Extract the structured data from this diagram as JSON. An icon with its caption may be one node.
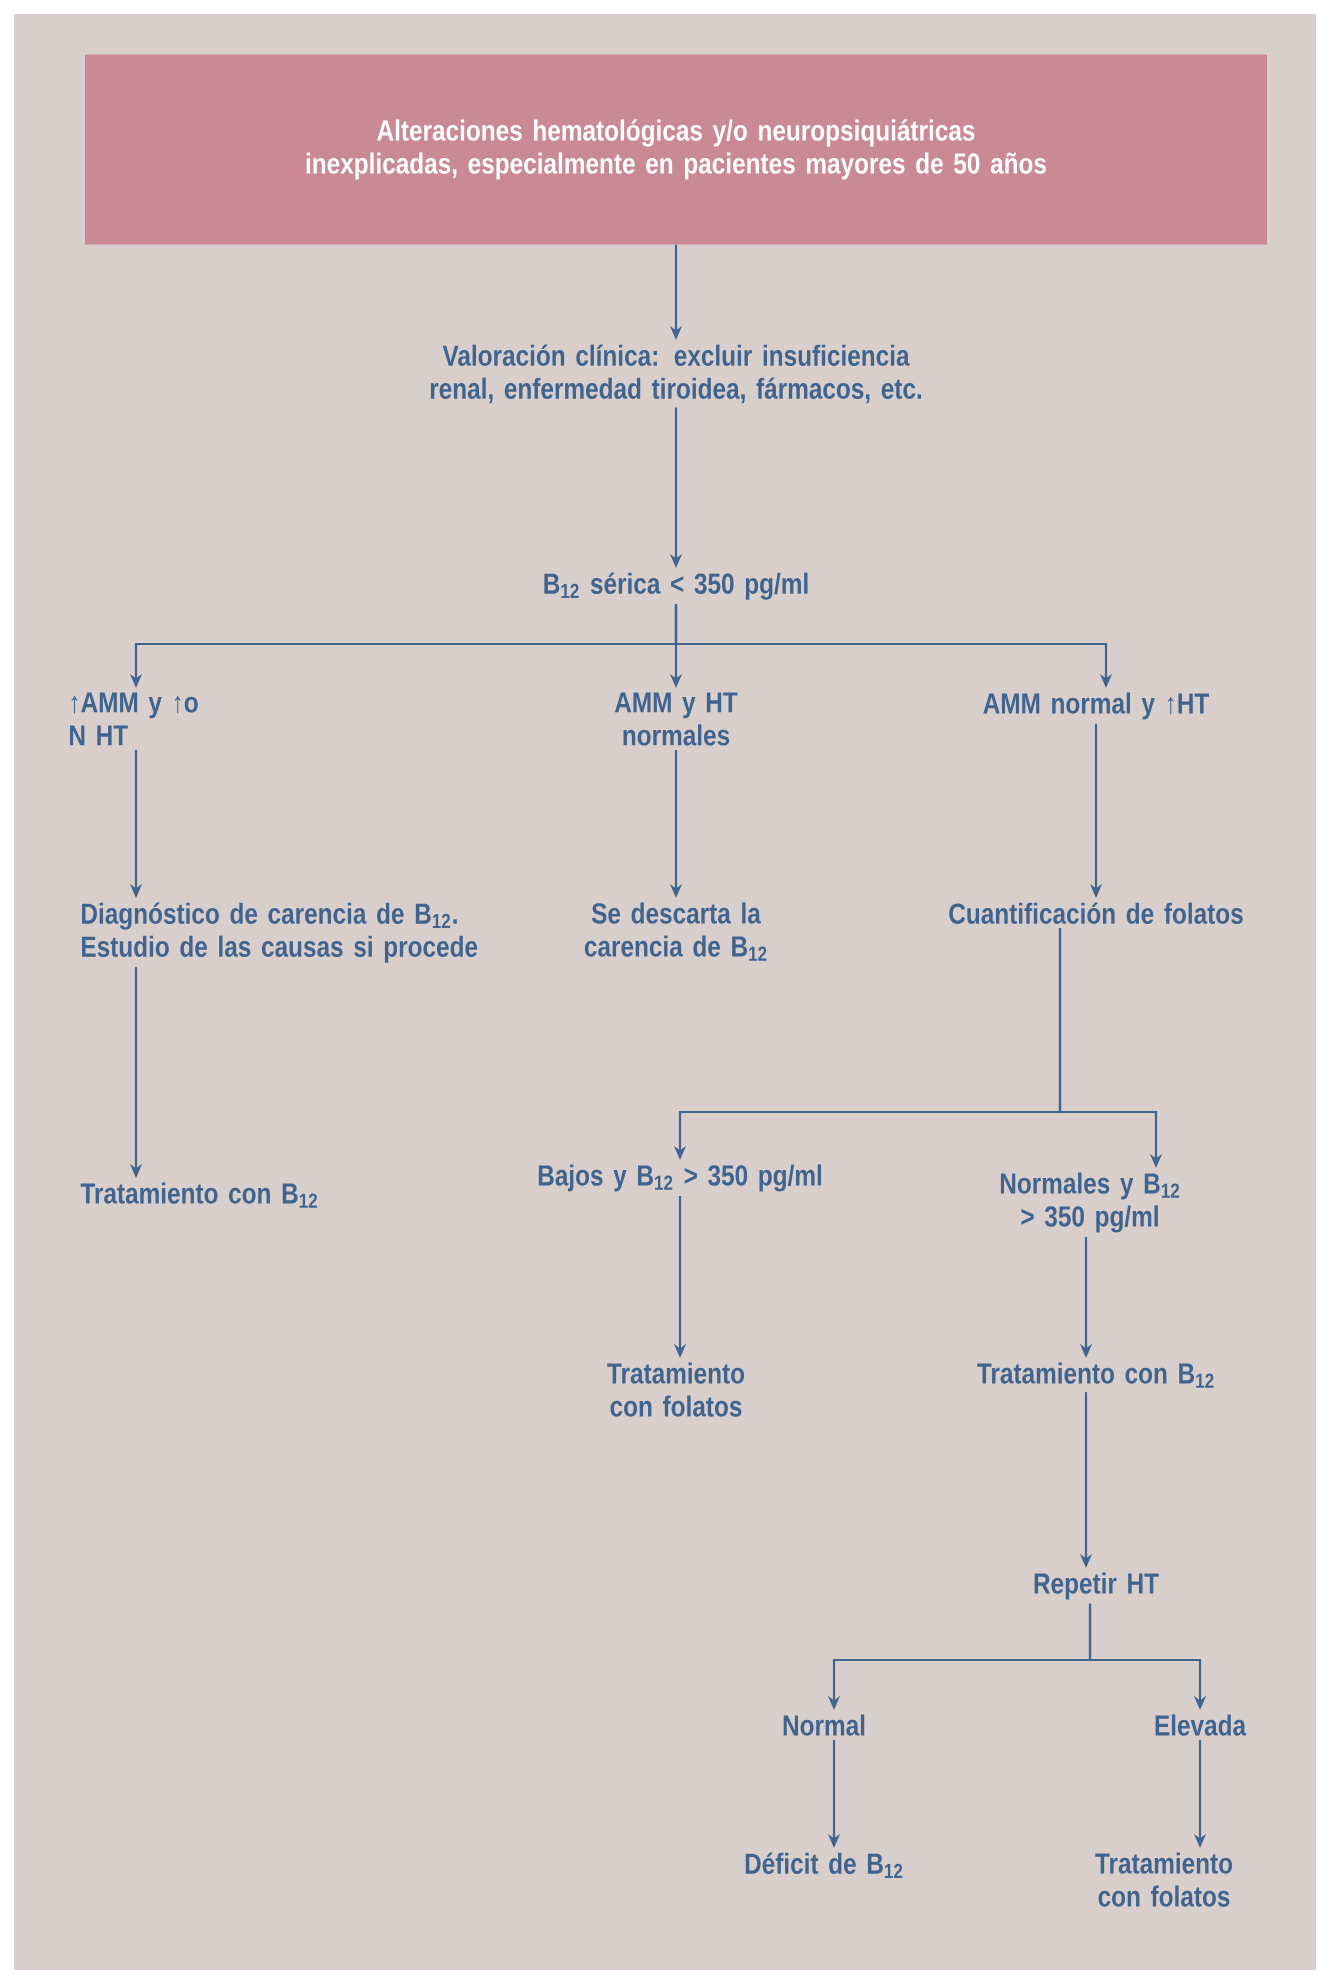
{
  "diagram": {
    "nodes": [
      {
        "text": [
          "Alteraciones hematológicas y/o neuropsiquiátricas inexplicadas, especialmente en pacientes mayores de 50 años"
        ]
      },
      {
        "text": [
          "Valoración clínica: excluir insuficiencia renal, enfermedad tiroidea, fármacos, etc."
        ]
      },
      {
        "text": [
          "B$_{12}$ sérica < 350 pg/ml"
        ]
      },
      {
        "text": [
          "↑AMM y ↑o N HT"
        ]
      },
      {
        "text": [
          "AMM y HT normales"
        ]
      },
      {
        "text": [
          "AMM normal y ↑HT"
        ]
      },
      {
        "text": [
          "Diagnóstico de carencia de B$_{12}$. Estudio de las causas si procede"
        ]
      },
      {
        "text": [
          "Se descarta la carencia de B$_{12}$"
        ]
      },
      {
        "text": [
          "Cuantificación de folatos"
        ]
      },
      {
        "text": [
          "Tratamiento con B$_{12}$"
        ]
      },
      {
        "text": [
          "Bajos y B$_{12}$ > 350 pg/ml"
        ]
      },
      {
        "text": [
          "Normales y B$_{12}$ > 350 pg/ml"
        ]
      },
      {
        "text": [
          "Tratamiento con folatos"
        ]
      },
      {
        "text": [
          "Tratamiento con B$_{12}$"
        ]
      },
      {
        "text": [
          "Repetir HT"
        ]
      },
      {
        "text": [
          "Normal"
        ]
      },
      {
        "text": [
          "Elevada"
        ]
      },
      {
        "text": [
          "Déficit de B$_{12}$"
        ]
      },
      {
        "text": [
          "Tratamiento con folatos"
        ]
      }
    ],
    "edges": [
      {
        "from": 0,
        "to": 1,
        "arrow": "to"
      },
      {
        "from": 1,
        "to": 2,
        "arrow": "to"
      },
      {
        "from": 2,
        "to": 3,
        "arrow": "to"
      },
      {
        "from": 2,
        "to": 4,
        "arrow": "to"
      },
      {
        "from": 2,
        "to": 5,
        "arrow": "to"
      },
      {
        "from": 3,
        "to": 6,
        "arrow": "to"
      },
      {
        "from": 4,
        "to": 7,
        "arrow": "to"
      },
      {
        "from": 5,
        "to": 8,
        "arrow": "to"
      },
      {
        "from": 6,
        "to": 9,
        "arrow": "to"
      },
      {
        "from": 8,
        "to": 10,
        "arrow": "to"
      },
      {
        "from": 8,
        "to": 11,
        "arrow": "to"
      },
      {
        "from": 10,
        "to": 12,
        "arrow": "to"
      },
      {
        "from": 11,
        "to": 13,
        "arrow": "to"
      },
      {
        "from": 13,
        "to": 14,
        "arrow": "to"
      },
      {
        "from": 14,
        "to": 15,
        "arrow": "to"
      },
      {
        "from": 14,
        "to": 16,
        "arrow": "to"
      },
      {
        "from": 15,
        "to": 17,
        "arrow": "to"
      },
      {
        "from": 16,
        "to": 18,
        "arrow": "to"
      }
    ]
  }
}
